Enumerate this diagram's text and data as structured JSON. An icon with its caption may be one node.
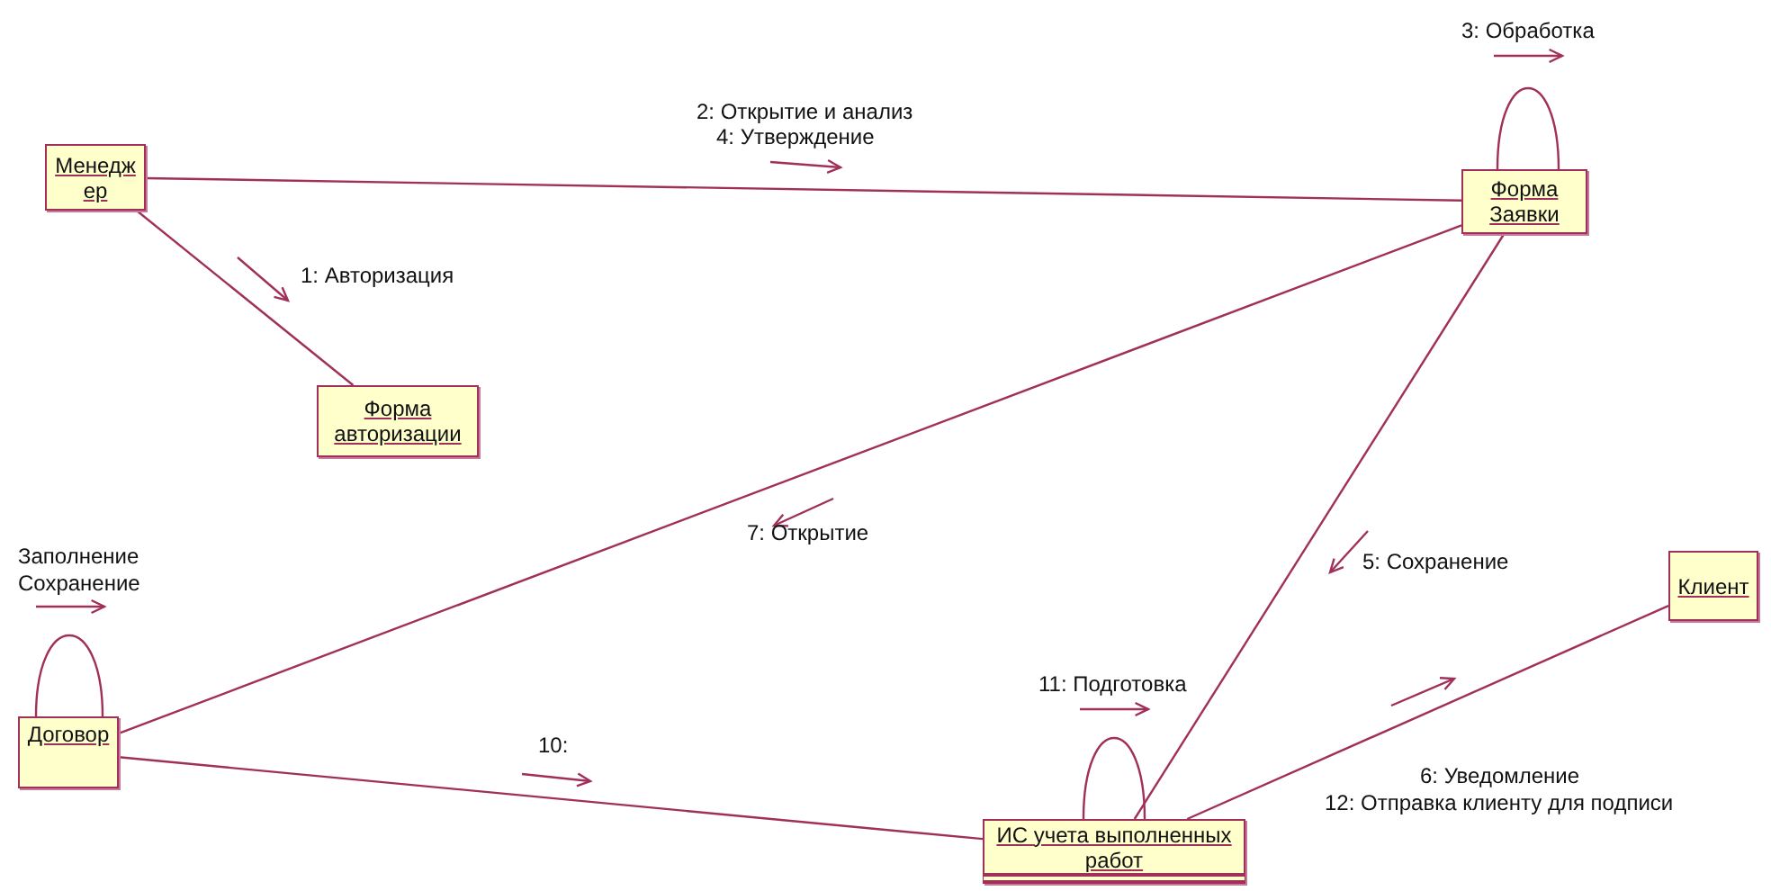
{
  "diagram": {
    "nodes": [
      {
        "text": [
          "Менеджер"
        ]
      },
      {
        "text": [
          "Форма авторизации"
        ]
      },
      {
        "text": [
          "Форма Заявки"
        ]
      },
      {
        "text": [
          "Договор"
        ]
      },
      {
        "text": [
          "ИС учета выполненных работ"
        ]
      },
      {
        "text": [
          "Клиент"
        ]
      }
    ],
    "edges": [
      {
        "from": 0,
        "to": 1,
        "arrow": "none"
      },
      {
        "from": 0,
        "to": 2,
        "arrow": "none"
      },
      {
        "from": 2,
        "to": 2,
        "arrow": "none"
      },
      {
        "from": 2,
        "to": 3,
        "arrow": "none"
      },
      {
        "from": 2,
        "to": 4,
        "arrow": "none"
      },
      {
        "from": 3,
        "to": 3,
        "arrow": "none"
      },
      {
        "from": 3,
        "to": 4,
        "arrow": "none"
      },
      {
        "from": 4,
        "to": 4,
        "arrow": "none"
      },
      {
        "from": 4,
        "to": 5,
        "arrow": "none"
      }
    ],
    "labels": [
      "3: Обработка",
      "2: Открытие и анализ",
      "4: Утверждение",
      "1: Авторизация",
      "7: Открытие",
      "Заполнение",
      "5: Сохранение",
      "Сохранение",
      "11: Подготовка",
      "10:",
      "6: Уведомление",
      "12: Отправка клиенту для подписи"
    ]
  }
}
